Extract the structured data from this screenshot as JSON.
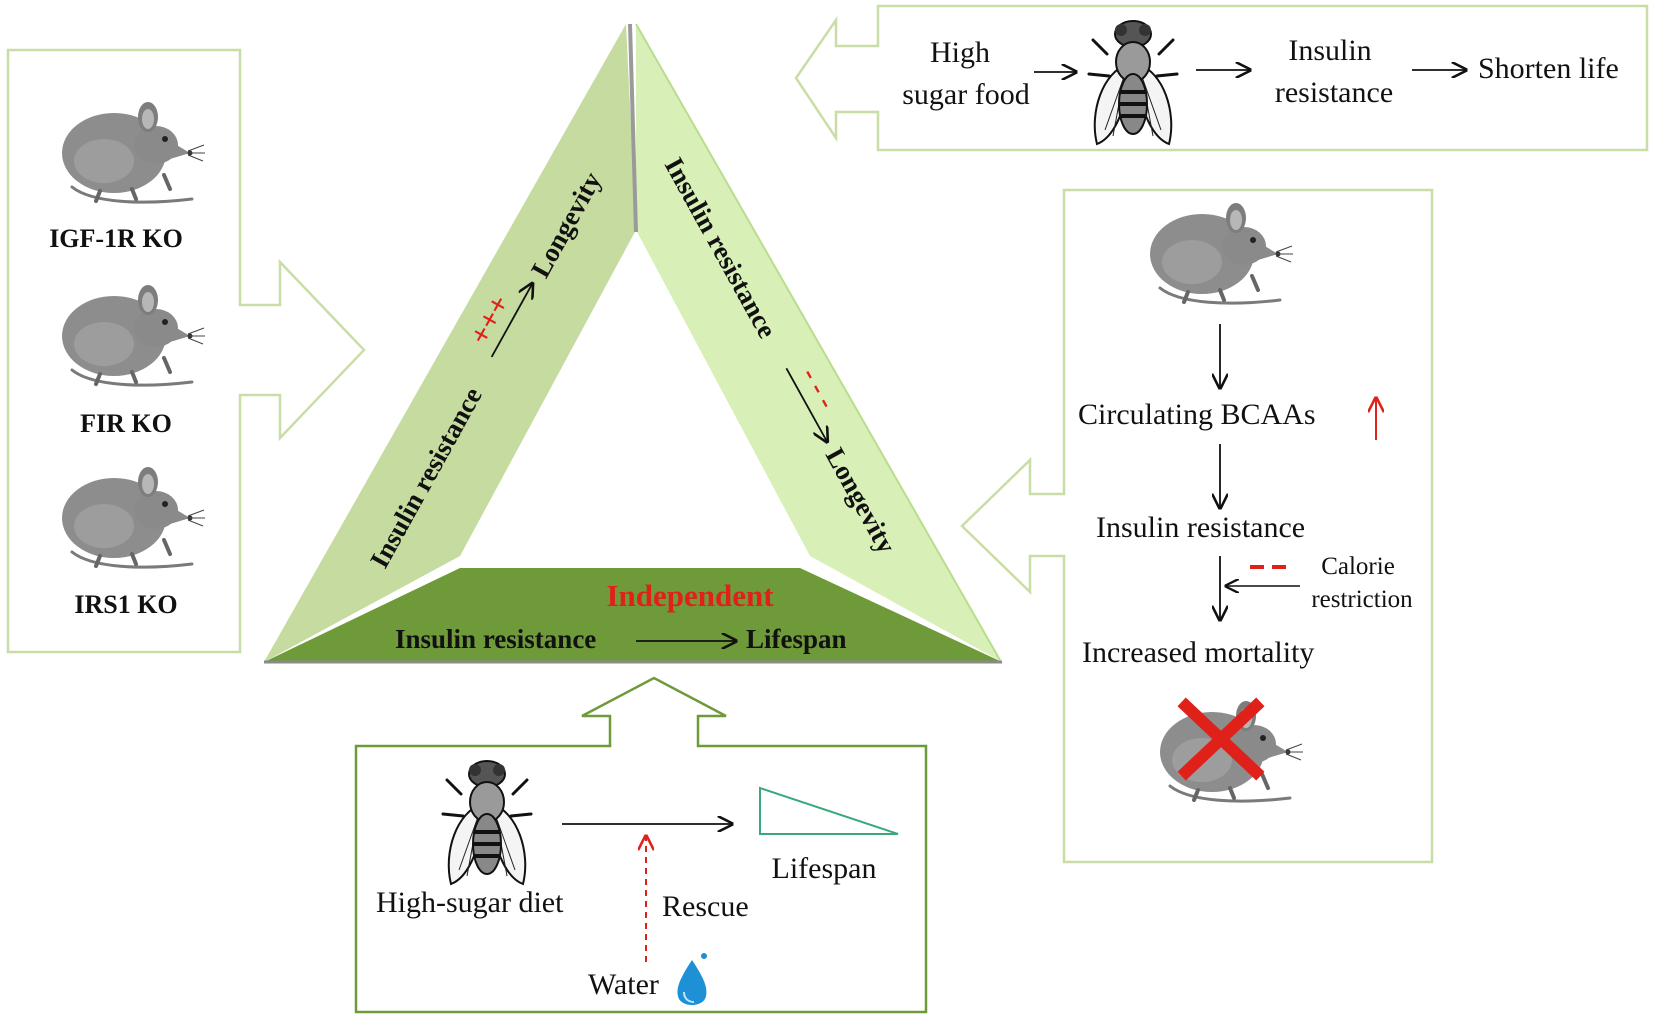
{
  "colors": {
    "panel_border": "#c9dea6",
    "triangle_light": "#c6dba0",
    "triangle_right": "#d9efb8",
    "triangle_bottom": "#6f9a3a",
    "accent_red": "#e0211a",
    "mouse_gray": "#8c8c8c",
    "text": "#111111"
  },
  "left_panel": {
    "mice": [
      {
        "label": "IGF-1R KO"
      },
      {
        "label": "FIR KO"
      },
      {
        "label": "IRS1 KO"
      }
    ]
  },
  "top_panel": {
    "step1_line1": "High",
    "step1_line2": "sugar food",
    "step2_line1": "Insulin",
    "step2_line2": "resistance",
    "step3": "Shorten life"
  },
  "triangle": {
    "left_side": {
      "from": "Insulin resistance",
      "sign": "+++",
      "to": "Longevity"
    },
    "right_side": {
      "from": "Insulin resistance",
      "sign": "- - -",
      "to": "Longevity"
    },
    "bottom_side": {
      "title": "Independent",
      "from": "Insulin resistance",
      "to": "Lifespan"
    }
  },
  "right_panel": {
    "step1": "Circulating BCAAs",
    "step2": "Insulin resistance",
    "intervention_line1": "Calorie",
    "intervention_line2": "restriction",
    "step3": "Increased mortality"
  },
  "bottom_panel": {
    "diet_label": "High-sugar diet",
    "outcome_label": "Lifespan",
    "rescue_label": "Rescue",
    "water_label": "Water"
  },
  "icons": [
    "mouse-icon",
    "fly-icon",
    "water-drop-icon",
    "red-cross-icon",
    "up-arrow-icon",
    "decrease-wedge-icon"
  ]
}
